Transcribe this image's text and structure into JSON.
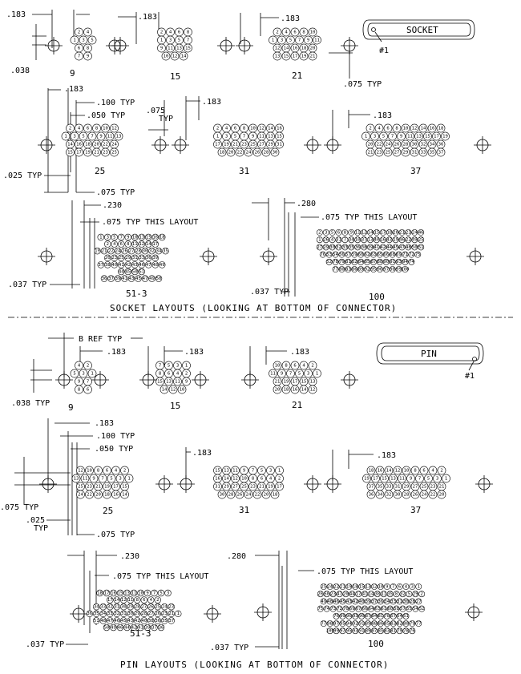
{
  "socket_section": {
    "caption": "SOCKET LAYOUTS (LOOKING AT BOTTOM OF CONNECTOR)",
    "key_label": "SOCKET",
    "key_pin_marker": "#1",
    "layouts": [
      {
        "id": "9",
        "label": "9",
        "rows": [
          [
            "2",
            "4"
          ],
          [
            "1",
            "3",
            "5"
          ],
          [
            "6",
            "8"
          ],
          [
            "7",
            "9"
          ]
        ]
      },
      {
        "id": "15",
        "label": "15",
        "rows": [
          [
            "2",
            "4",
            "6",
            "8"
          ],
          [
            "1",
            "3",
            "5",
            "7"
          ],
          [
            "9",
            "11",
            "13",
            "15"
          ],
          [
            "10",
            "12",
            "14"
          ]
        ]
      },
      {
        "id": "21",
        "label": "21",
        "rows": [
          [
            "2",
            "4",
            "6",
            "8",
            "10"
          ],
          [
            "1",
            "3",
            "5",
            "7",
            "9",
            "11"
          ],
          [
            "12",
            "14",
            "16",
            "18",
            "20"
          ],
          [
            "13",
            "15",
            "17",
            "19",
            "21"
          ]
        ]
      },
      {
        "id": "25",
        "label": "25",
        "rows": [
          [
            "2",
            "4",
            "6",
            "8",
            "10",
            "12"
          ],
          [
            "1",
            "3",
            "5",
            "7",
            "9",
            "11",
            "13"
          ],
          [
            "14",
            "16",
            "18",
            "20",
            "22",
            "24"
          ],
          [
            "15",
            "17",
            "19",
            "21",
            "23",
            "25"
          ]
        ]
      },
      {
        "id": "31",
        "label": "31",
        "rows": [
          [
            "2",
            "4",
            "6",
            "8",
            "10",
            "12",
            "14",
            "16"
          ],
          [
            "1",
            "3",
            "5",
            "7",
            "9",
            "11",
            "13",
            "15"
          ],
          [
            "17",
            "19",
            "21",
            "23",
            "25",
            "27",
            "29",
            "31"
          ],
          [
            "18",
            "20",
            "22",
            "24",
            "26",
            "28",
            "30"
          ]
        ]
      },
      {
        "id": "37",
        "label": "37",
        "rows": [
          [
            "2",
            "4",
            "6",
            "8",
            "10",
            "12",
            "14",
            "16",
            "18"
          ],
          [
            "1",
            "3",
            "5",
            "7",
            "9",
            "11",
            "13",
            "15",
            "17",
            "19"
          ],
          [
            "20",
            "22",
            "24",
            "26",
            "28",
            "30",
            "32",
            "34",
            "36"
          ],
          [
            "21",
            "23",
            "25",
            "27",
            "29",
            "31",
            "33",
            "35",
            "37"
          ]
        ]
      },
      {
        "id": "51-3",
        "label": "51-3",
        "rows": [
          [
            "1",
            "3",
            "5",
            "7",
            "9",
            "10",
            "13",
            "15",
            "16",
            "18"
          ],
          [
            "2",
            "4",
            "6",
            "8",
            "11",
            "12",
            "14",
            "17"
          ],
          [
            "19",
            "21",
            "22",
            "24",
            "26",
            "27",
            "28",
            "30",
            "32",
            "34",
            "35"
          ],
          [
            "20",
            "23",
            "25",
            "29",
            "31",
            "33",
            "36",
            "39"
          ],
          [
            "37",
            "38",
            "40",
            "41",
            "42",
            "43",
            "46",
            "47",
            "48",
            "49"
          ],
          [
            "44",
            "45",
            "50",
            "51"
          ],
          [
            "36",
            "37",
            "39",
            "41",
            "43",
            "45",
            "47",
            "49",
            "50"
          ]
        ]
      },
      {
        "id": "100",
        "label": "100",
        "rows": [
          [
            "2",
            "3",
            "5",
            "6",
            "8",
            "9",
            "11",
            "12",
            "14",
            "15",
            "17",
            "18",
            "20",
            "21",
            "23",
            "24",
            "46"
          ],
          [
            "1",
            "26",
            "4",
            "31",
            "7",
            "34",
            "10",
            "37",
            "13",
            "40",
            "16",
            "43",
            "19",
            "46",
            "22",
            "49",
            "25"
          ],
          [
            "27",
            "29",
            "30",
            "32",
            "33",
            "35",
            "36",
            "38",
            "39",
            "41",
            "42",
            "44",
            "45",
            "47",
            "48",
            "50",
            "51"
          ],
          [
            "76",
            "53",
            "54",
            "56",
            "57",
            "59",
            "60",
            "62",
            "63",
            "65",
            "66",
            "68",
            "69",
            "71",
            "72",
            "75"
          ],
          [
            "52",
            "78",
            "79",
            "81",
            "82",
            "84",
            "85",
            "87",
            "88",
            "90",
            "91",
            "93",
            "94",
            "74"
          ],
          [
            "77",
            "80",
            "83",
            "86",
            "89",
            "92",
            "95",
            "96",
            "97",
            "98",
            "99",
            "100"
          ]
        ]
      }
    ]
  },
  "pin_section": {
    "caption": "PIN LAYOUTS (LOOKING AT BOTTOM OF CONNECTOR)",
    "key_label": "PIN",
    "key_pin_marker": "#1",
    "layouts": [
      {
        "id": "9",
        "label": "9",
        "rows": [
          [
            "4",
            "2"
          ],
          [
            "5",
            "3",
            "1"
          ],
          [
            "9",
            "7"
          ],
          [
            "8",
            "6"
          ]
        ]
      },
      {
        "id": "15",
        "label": "15",
        "rows": [
          [
            "7",
            "5",
            "3",
            "1"
          ],
          [
            "8",
            "6",
            "4",
            "2"
          ],
          [
            "15",
            "13",
            "11",
            "9"
          ],
          [
            "14",
            "12",
            "10"
          ]
        ]
      },
      {
        "id": "21",
        "label": "21",
        "rows": [
          [
            "10",
            "8",
            "6",
            "4",
            "2"
          ],
          [
            "11",
            "9",
            "7",
            "5",
            "3",
            "1"
          ],
          [
            "21",
            "19",
            "17",
            "15",
            "13"
          ],
          [
            "20",
            "18",
            "16",
            "14",
            "12"
          ]
        ]
      },
      {
        "id": "25",
        "label": "25",
        "rows": [
          [
            "12",
            "10",
            "8",
            "6",
            "4",
            "2"
          ],
          [
            "13",
            "11",
            "9",
            "7",
            "5",
            "3",
            "1"
          ],
          [
            "25",
            "23",
            "21",
            "19",
            "17",
            "15"
          ],
          [
            "24",
            "22",
            "20",
            "18",
            "16",
            "14"
          ]
        ]
      },
      {
        "id": "31",
        "label": "31",
        "rows": [
          [
            "15",
            "13",
            "11",
            "9",
            "7",
            "5",
            "3",
            "1"
          ],
          [
            "16",
            "14",
            "12",
            "10",
            "8",
            "6",
            "4",
            "2"
          ],
          [
            "31",
            "29",
            "27",
            "25",
            "23",
            "21",
            "19",
            "17"
          ],
          [
            "30",
            "28",
            "26",
            "24",
            "22",
            "20",
            "18"
          ]
        ]
      },
      {
        "id": "37",
        "label": "37",
        "rows": [
          [
            "18",
            "16",
            "14",
            "12",
            "10",
            "8",
            "6",
            "4",
            "2"
          ],
          [
            "19",
            "17",
            "15",
            "13",
            "11",
            "9",
            "7",
            "5",
            "3",
            "1"
          ],
          [
            "37",
            "35",
            "33",
            "31",
            "29",
            "27",
            "25",
            "23",
            "21"
          ],
          [
            "36",
            "34",
            "32",
            "30",
            "28",
            "26",
            "24",
            "22",
            "20"
          ]
        ]
      },
      {
        "id": "51-3",
        "label": "51-3",
        "rows": [
          [
            "18",
            "17",
            "16",
            "15",
            "13",
            "11",
            "10",
            "9",
            "7",
            "5",
            "3"
          ],
          [
            "17",
            "14",
            "12",
            "11",
            "8",
            "6",
            "4",
            "2"
          ],
          [
            "34",
            "33",
            "32",
            "31",
            "30",
            "29",
            "28",
            "27",
            "26",
            "25",
            "24",
            "23"
          ],
          [
            "36",
            "35",
            "34",
            "33",
            "32",
            "31",
            "30",
            "29",
            "28",
            "27",
            "26",
            "23",
            "21",
            "1"
          ],
          [
            "51",
            "48",
            "47",
            "46",
            "45",
            "43",
            "42",
            "40",
            "38",
            "36",
            "35",
            "37"
          ],
          [
            "50",
            "49",
            "46",
            "44",
            "42",
            "41",
            "39",
            "37",
            "36"
          ]
        ]
      },
      {
        "id": "100",
        "label": "100",
        "rows": [
          [
            "25",
            "24",
            "22",
            "21",
            "19",
            "18",
            "15",
            "13",
            "12",
            "10",
            "9",
            "7",
            "6",
            "4",
            "3",
            "1"
          ],
          [
            "26",
            "50",
            "23",
            "47",
            "20",
            "44",
            "17",
            "41",
            "14",
            "38",
            "11",
            "35",
            "8",
            "32",
            "5",
            "29",
            "2"
          ],
          [
            "49",
            "48",
            "46",
            "45",
            "43",
            "42",
            "40",
            "39",
            "37",
            "36",
            "34",
            "33",
            "31",
            "30",
            "28",
            "27"
          ],
          [
            "75",
            "74",
            "73",
            "72",
            "70",
            "69",
            "67",
            "66",
            "64",
            "63",
            "61",
            "60",
            "58",
            "57",
            "55",
            "54",
            "52"
          ],
          [
            "76",
            "99",
            "96",
            "93",
            "90",
            "87",
            "84",
            "81",
            "78",
            "57",
            "54",
            "51"
          ],
          [
            "77",
            "98",
            "97",
            "95",
            "94",
            "92",
            "91",
            "89",
            "88",
            "86",
            "85",
            "83",
            "82",
            "80",
            "79",
            "77"
          ],
          [
            "100",
            "99",
            "97",
            "95",
            "93",
            "91",
            "89",
            "87",
            "85",
            "83",
            "81",
            "79",
            "78",
            "76"
          ]
        ]
      }
    ]
  },
  "dimensions": {
    "d183": ".183",
    "d038": ".038",
    "d038_typ": ".038 TYP",
    "d075_typ": ".075 TYP",
    "d100_typ": ".100 TYP",
    "d050_typ": ".050 TYP",
    "d025_typ": ".025 TYP",
    "d075": ".075",
    "typ": "TYP",
    "d025": ".025",
    "d230": ".230",
    "d280": ".280",
    "d075_layout": ".075 TYP THIS LAYOUT",
    "d037_typ": ".037 TYP",
    "b_ref_typ": "B REF TYP"
  }
}
